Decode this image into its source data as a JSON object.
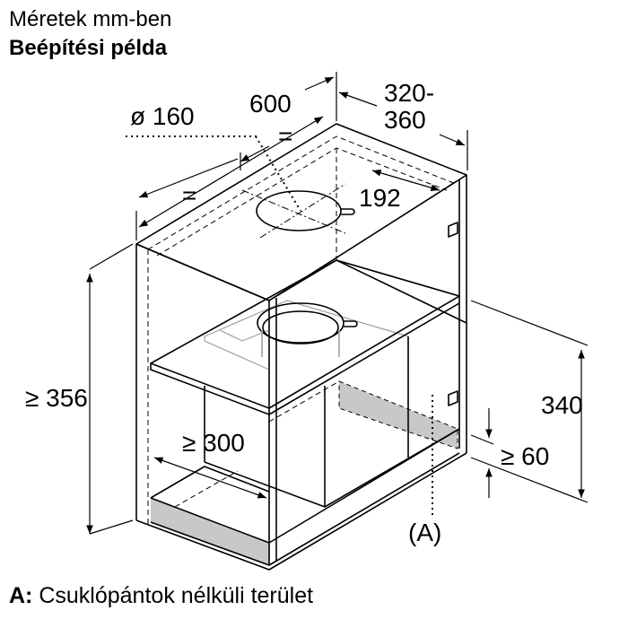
{
  "header": {
    "line1": "Méretek mm-ben",
    "line2": "Beépítési példa"
  },
  "dimensions": {
    "duct_diameter": "ø 160",
    "width": "600",
    "depth_1": "320-",
    "depth_2": "360",
    "outlet_offset": "192",
    "equal_1": "=",
    "equal_2": "=",
    "height": "≥ 356",
    "depth_min": "≥ 300",
    "side_height": "340",
    "gap": "≥ 60",
    "area_marker": "(A)"
  },
  "legend": {
    "key": "A:",
    "text": " Csuklópántok nélküli terület"
  },
  "colors": {
    "line": "#000000",
    "shade": "#c8c8c8",
    "ghost": "#a0a0a0"
  }
}
